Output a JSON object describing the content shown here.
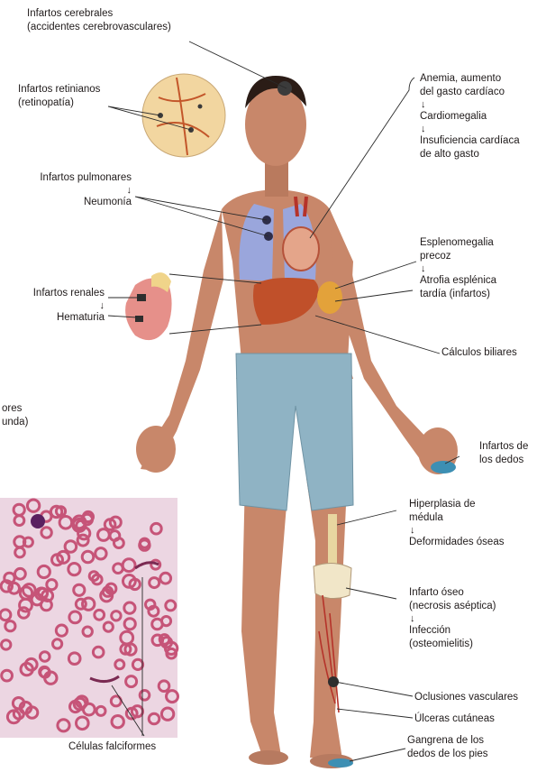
{
  "labels": {
    "cerebral": [
      "Infartos cerebrales",
      "(accidentes cerebrovasculares)"
    ],
    "retinal": [
      "Infartos retinianos",
      "(retinopatía)"
    ],
    "pulmonary": "Infartos pulmonares",
    "pneumonia": "Neumonía",
    "renal": "Infartos renales",
    "hematuria": "Hematuria",
    "partial_left": [
      "ores",
      "unda)"
    ],
    "anemia": [
      "Anemia, aumento",
      "del gasto cardíaco"
    ],
    "cardiomegaly": "Cardiomegalia",
    "heart_failure": [
      "Insuficiencia cardíaca",
      "de alto gasto"
    ],
    "splenomegaly": [
      "Esplenomegalia",
      "precoz"
    ],
    "atrophy": [
      "Atrofia esplénica",
      "tardía (infartos)"
    ],
    "gallstones": "Cálculos biliares",
    "finger_infarcts": [
      "Infartos de",
      "los dedos"
    ],
    "marrow_hyperplasia": [
      "Hiperplasia de",
      "médula"
    ],
    "bone_deformities": "Deformidades óseas",
    "bone_infarct": [
      "Infarto óseo",
      "(necrosis aséptica)"
    ],
    "infection": [
      "Infección",
      "(osteomielitis)"
    ],
    "vascular_occlusions": "Oclusiones vasculares",
    "skin_ulcers": "Úlceras cutáneas",
    "gangrene": [
      "Gangrena de los",
      "dedos de los pies"
    ],
    "sickle_cells": "Células falciformes"
  },
  "arrow_glyph": "↓",
  "colors": {
    "skin": "#c8876a",
    "skin_dark": "#a86a50",
    "shorts": "#8fb3c4",
    "lung": "#9aa6dc",
    "liver": "#c0502a",
    "blood_film": "#ecd6e2",
    "rbc": "#c65478",
    "leader": "#2a2a2a"
  }
}
